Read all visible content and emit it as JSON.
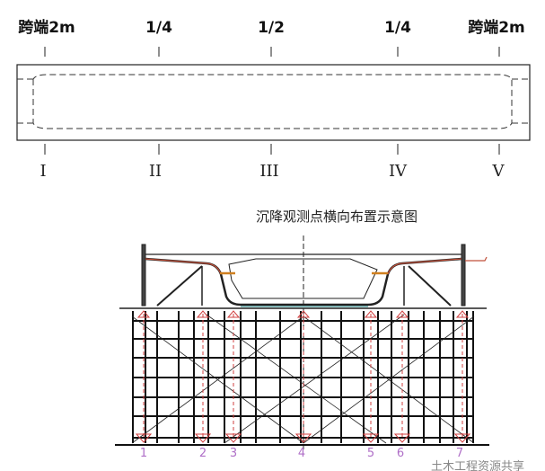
{
  "plan": {
    "top_labels": [
      "跨端2m",
      "1/4",
      "1/2",
      "1/4",
      "跨端2m"
    ],
    "section_labels": [
      "I",
      "II",
      "III",
      "IV",
      "V"
    ],
    "caption": "沉降观测点横向布置示意图"
  },
  "cross_section": {
    "points": [
      "1",
      "2",
      "3",
      "4",
      "5",
      "6",
      "7"
    ],
    "point_color": "#b070c8",
    "marker_color": "#d04040"
  },
  "watermark": "土木工程资源共享"
}
